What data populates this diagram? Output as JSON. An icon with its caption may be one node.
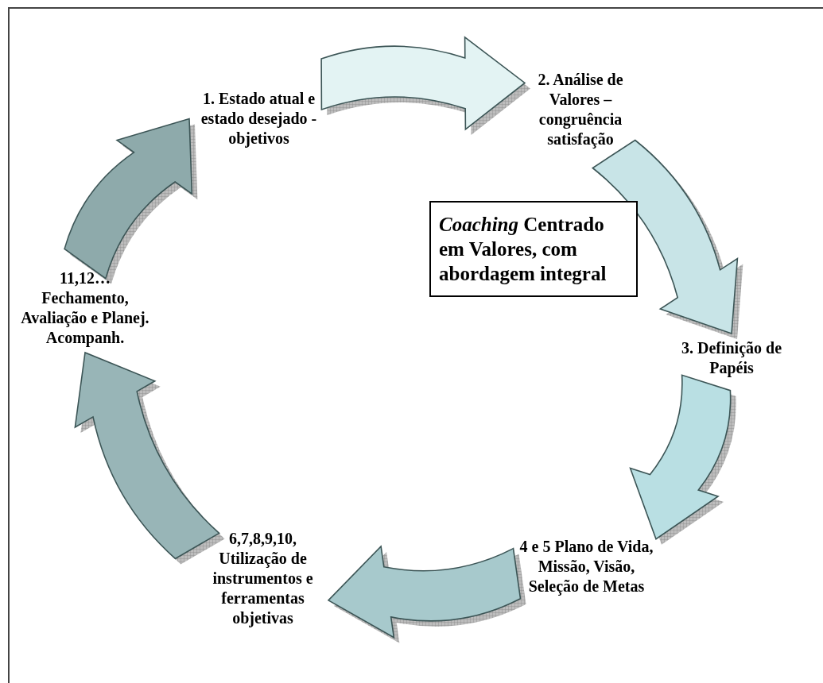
{
  "diagram": {
    "nodes": [
      {
        "text": [
          "*Coaching* Centrado em Valores, com abordagem integral"
        ]
      },
      {
        "text": [
          "1. Estado atual e estado desejado - objetivos"
        ]
      },
      {
        "text": [
          "2. Análise de Valores – congruência satisfação"
        ]
      },
      {
        "text": [
          "3. Definição de Papéis"
        ]
      },
      {
        "text": [
          "4 e 5 Plano de Vida, Missão, Visão, Seleção de Metas"
        ]
      },
      {
        "text": [
          "6,7,8,9,10, Utilização de instrumentos e ferramentas objetivas"
        ]
      },
      {
        "text": [
          "11,12… Fechamento, Avaliação e Planej. Acompanh."
        ]
      }
    ],
    "edges": [
      {
        "from": 1,
        "to": 2,
        "arrow": "to",
        "color": "#e3f3f3"
      },
      {
        "from": 2,
        "to": 3,
        "arrow": "to",
        "color": "#c8e4e7"
      },
      {
        "from": 3,
        "to": 4,
        "arrow": "to",
        "color": "#b9dfe3"
      },
      {
        "from": 4,
        "to": 5,
        "arrow": "to",
        "color": "#a7c9cc"
      },
      {
        "from": 5,
        "to": 6,
        "arrow": "to",
        "color": "#98b5b7"
      },
      {
        "from": 6,
        "to": 1,
        "arrow": "to",
        "color": "#8eaaab"
      }
    ]
  }
}
